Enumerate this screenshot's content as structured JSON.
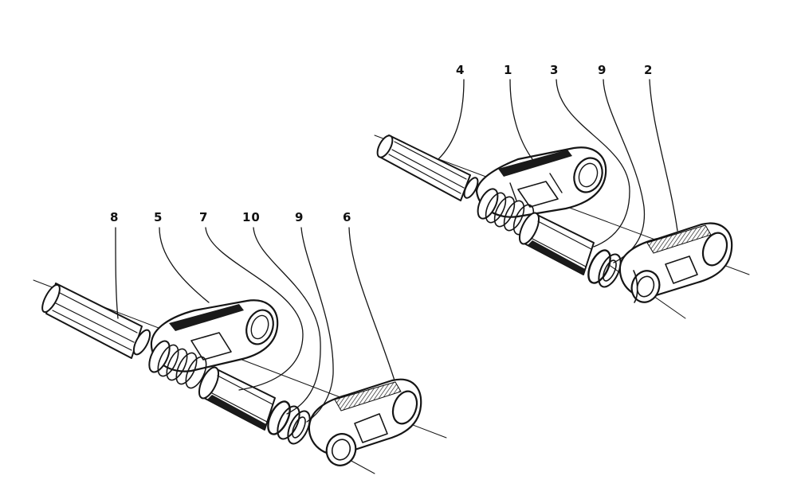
{
  "callouts": {
    "upper": [
      "4",
      "1",
      "3",
      "9",
      "2"
    ],
    "lower": [
      "8",
      "5",
      "7",
      "10",
      "9",
      "6"
    ]
  }
}
